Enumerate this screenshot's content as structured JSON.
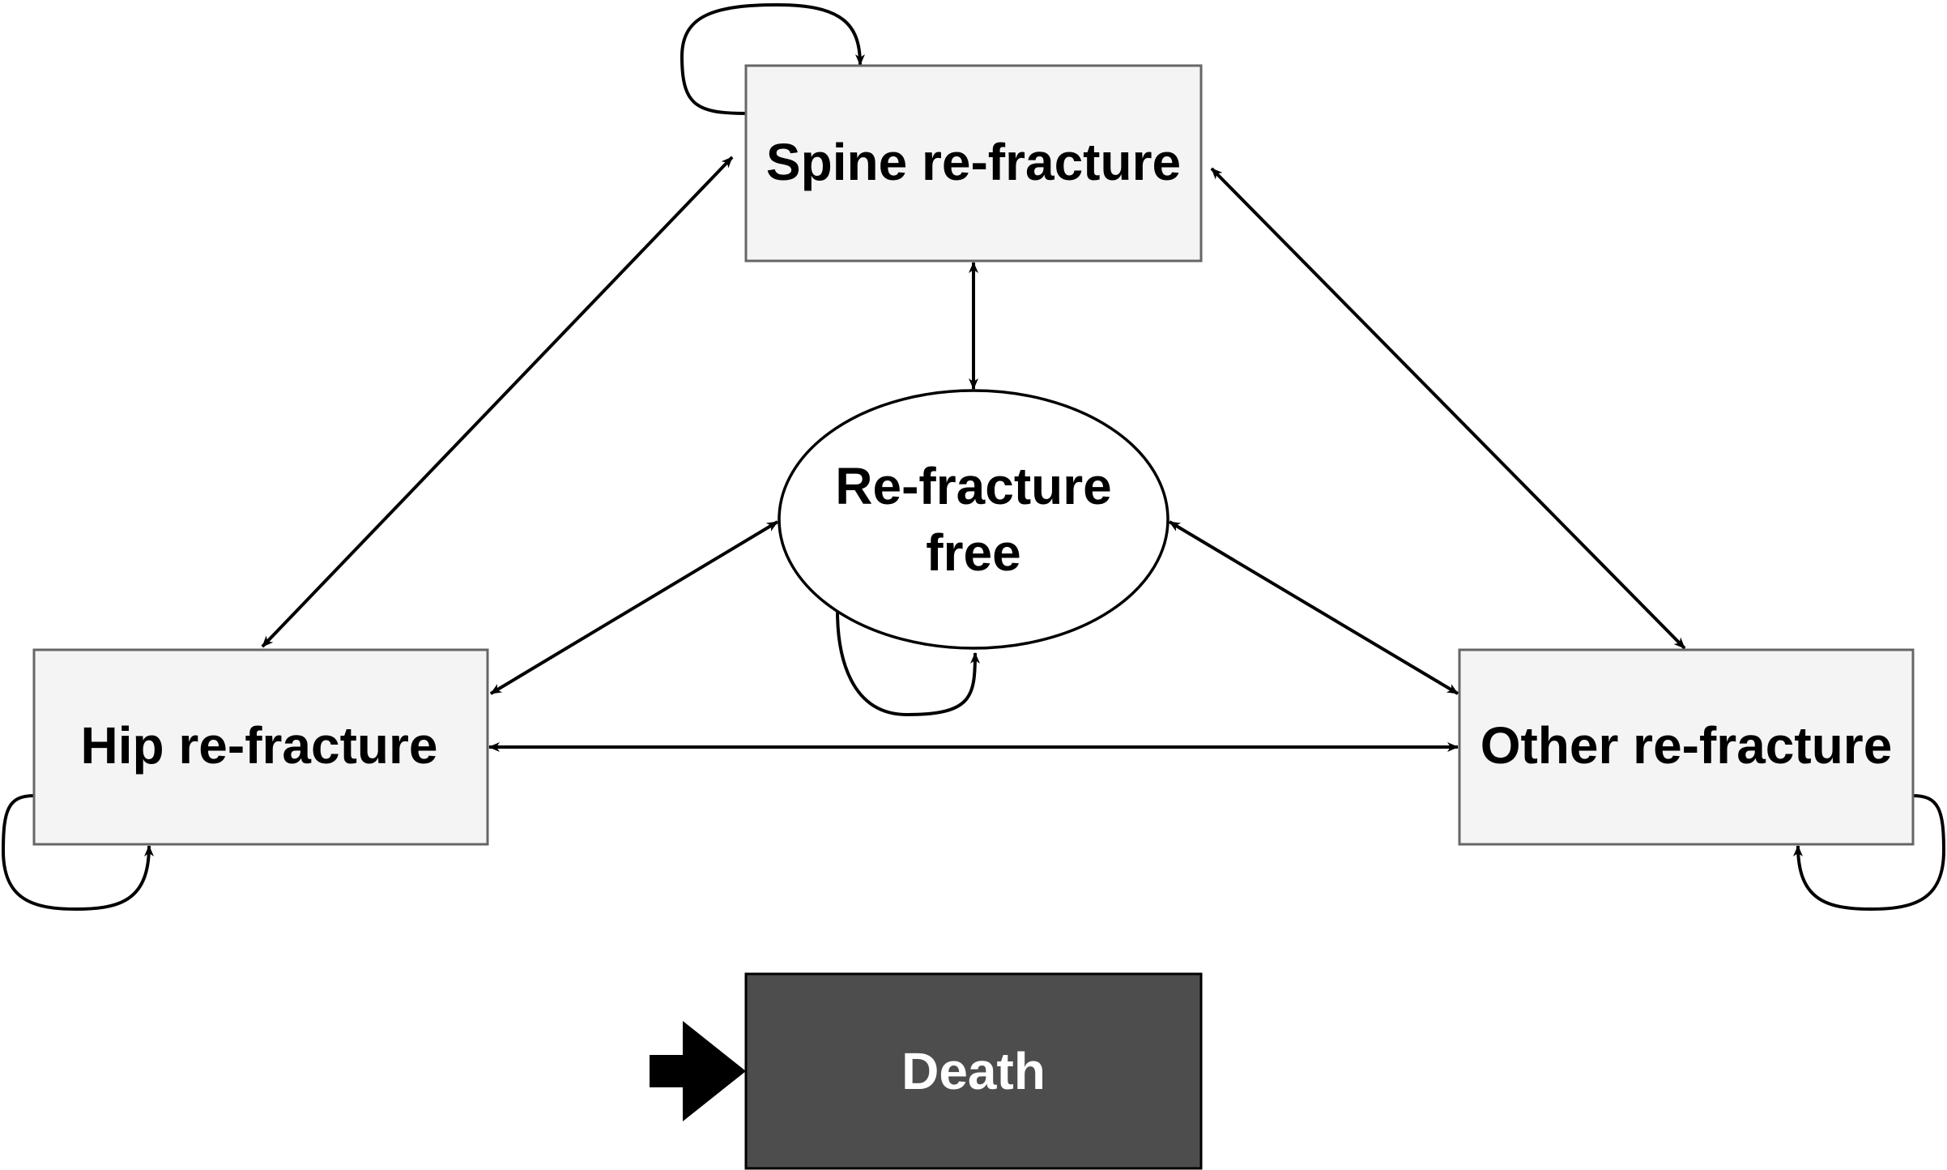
{
  "diagram": {
    "nodes": {
      "spine": {
        "label": "Spine re-fracture"
      },
      "free": {
        "line1": "Re-fracture",
        "line2": "free"
      },
      "hip": {
        "label": "Hip re-fracture"
      },
      "other": {
        "label": "Other re-fracture"
      },
      "death": {
        "label": "Death"
      }
    },
    "edges": [
      {
        "from": "Spine re-fracture",
        "to": "Re-fracture free",
        "direction": "both"
      },
      {
        "from": "Spine re-fracture",
        "to": "Hip re-fracture",
        "direction": "both"
      },
      {
        "from": "Spine re-fracture",
        "to": "Other re-fracture",
        "direction": "both"
      },
      {
        "from": "Re-fracture free",
        "to": "Hip re-fracture",
        "direction": "both"
      },
      {
        "from": "Re-fracture free",
        "to": "Other re-fracture",
        "direction": "both"
      },
      {
        "from": "Hip re-fracture",
        "to": "Other re-fracture",
        "direction": "both"
      }
    ],
    "self_loops": [
      "Spine re-fracture",
      "Re-fracture free",
      "Hip re-fracture",
      "Other re-fracture"
    ],
    "colors": {
      "state_fill": "#f4f4f4",
      "state_border": "#666666",
      "death_fill": "#4d4d4d",
      "death_text": "#ffffff",
      "line": "#000000"
    }
  }
}
